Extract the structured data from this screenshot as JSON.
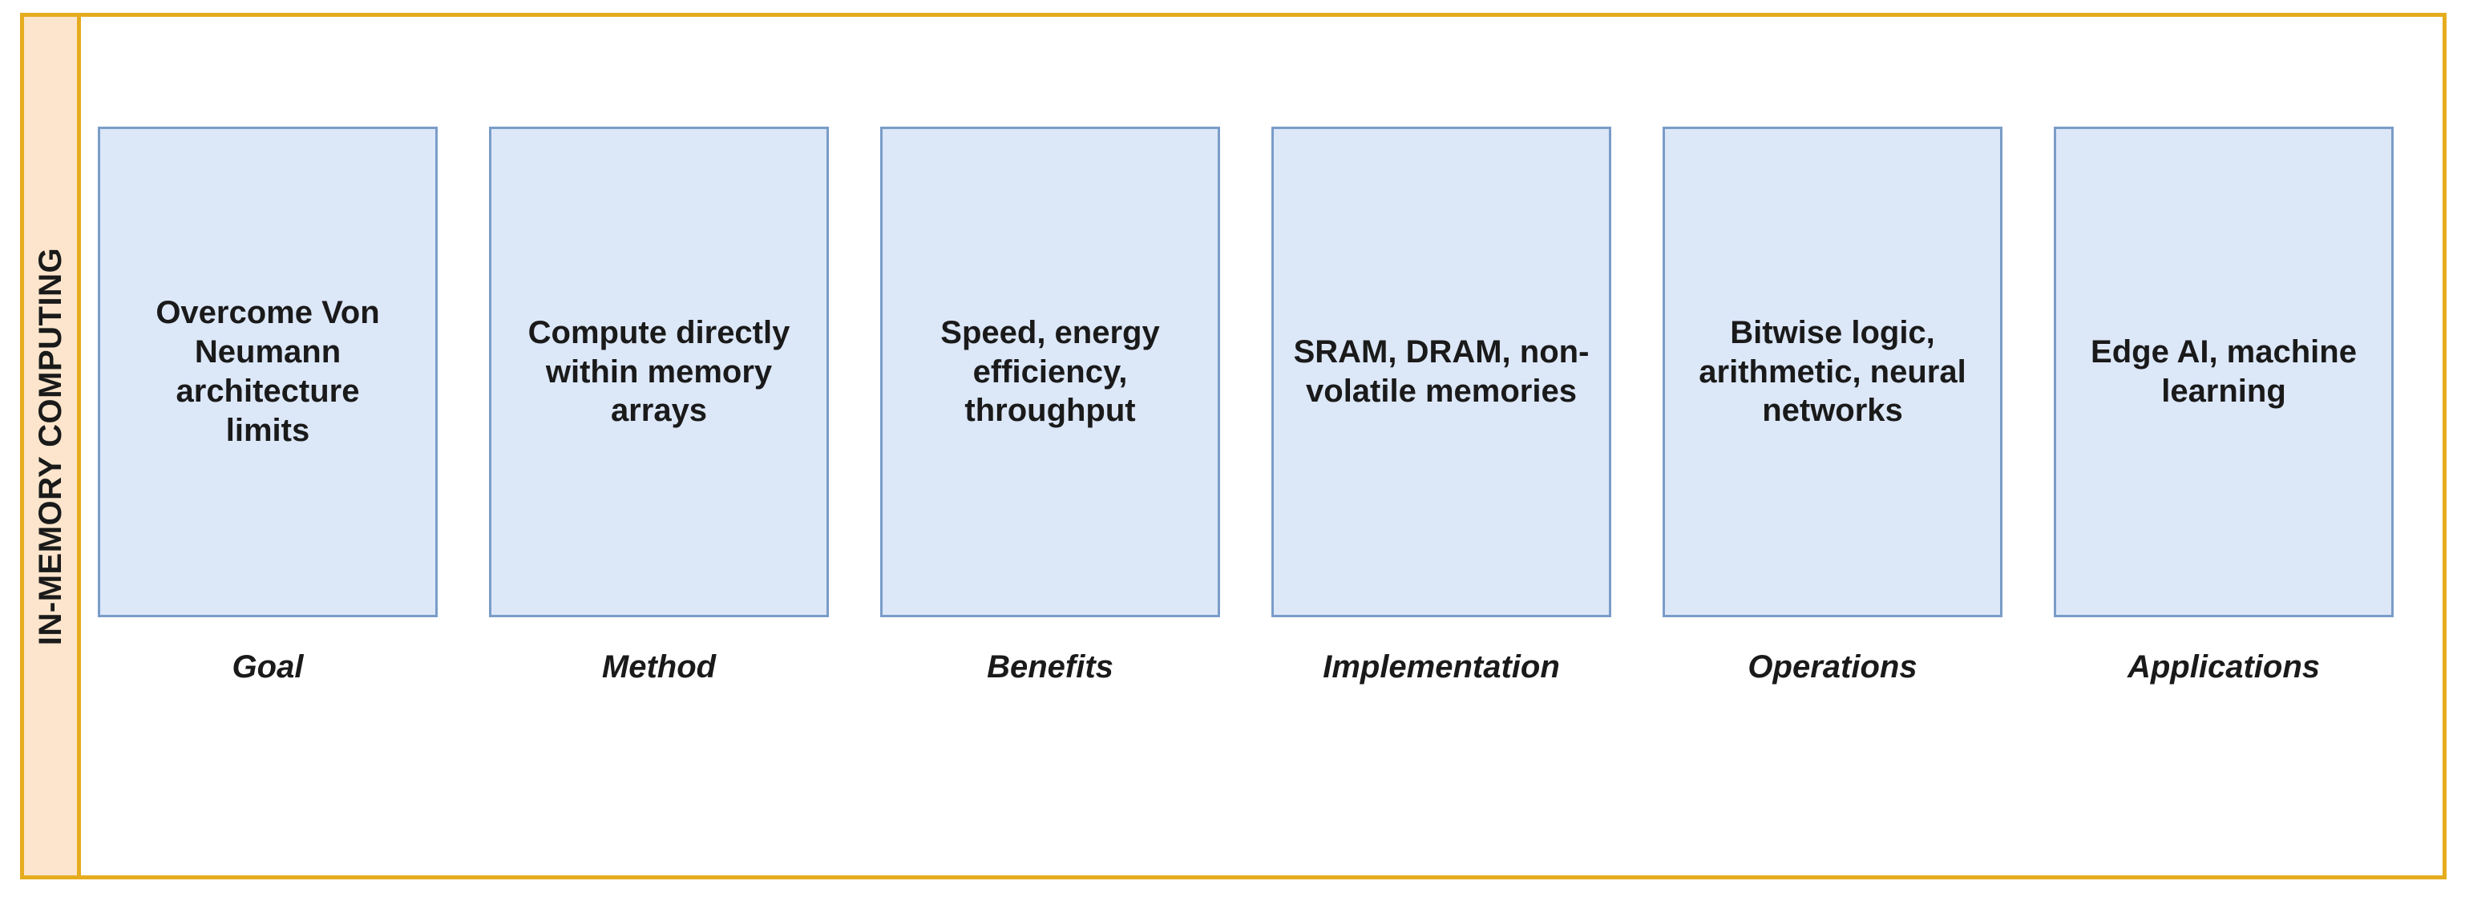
{
  "theme": {
    "frame_border_color": "#E5AC1E",
    "side_band_fill": "#FCE5CC",
    "box_fill": "#DCE7F8",
    "box_border_color": "#7A9CC8",
    "text_color": "#1A1A1A",
    "page_background": "#FFFFFF"
  },
  "side_band": {
    "label": "IN-MEMORY COMPUTING"
  },
  "boxes": [
    {
      "text": "Overcome Von\nNeumann architecture\nlimits",
      "caption": "Goal"
    },
    {
      "text": "Compute directly\nwithin memory arrays",
      "caption": "Method"
    },
    {
      "text": "Speed, energy\nefficiency, throughput",
      "caption": "Benefits"
    },
    {
      "text": "SRAM, DRAM, non-\nvolatile memories",
      "caption": "Implementation"
    },
    {
      "text": "Bitwise logic,\narithmetic, neural\nnetworks",
      "caption": "Operations"
    },
    {
      "text": "Edge AI, machine\nlearning",
      "caption": "Applications"
    }
  ]
}
